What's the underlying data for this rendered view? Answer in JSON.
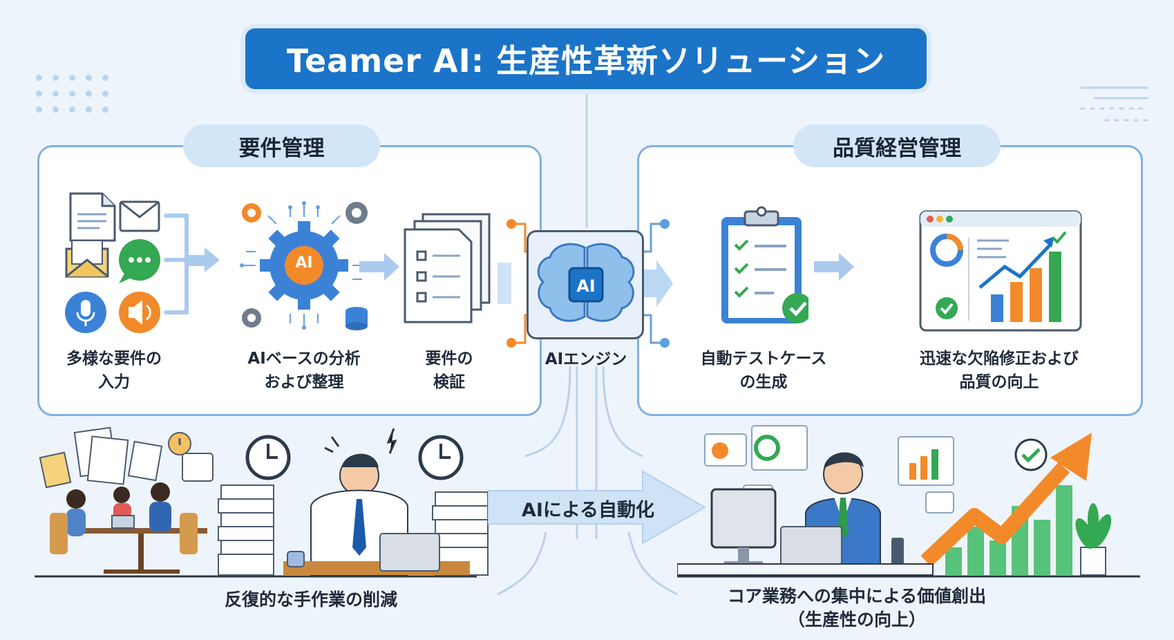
{
  "title": "Teamer AI: 生産性革新ソリューション",
  "left_panel": {
    "heading": "要件管理",
    "steps": [
      {
        "line1": "多様な要件の",
        "line2": "入力"
      },
      {
        "line1": "AIベースの分析",
        "line2": "および整理"
      },
      {
        "line1": "要件の",
        "line2": "検証"
      }
    ],
    "ai_badge": "AI"
  },
  "engine": {
    "label": "AIエンジン",
    "chip": "AI"
  },
  "right_panel": {
    "heading": "品質経営管理",
    "steps": [
      {
        "line1": "自動テストケース",
        "line2": "の生成"
      },
      {
        "line1": "迅速な欠陥修正および",
        "line2": "品質の向上"
      }
    ]
  },
  "bottom": {
    "arrow_label": "AIによる自動化",
    "left_caption": "反復的な手作業の削減",
    "right_caption_line1": "コア業務への集中による価値創出",
    "right_caption_line2": "（生産性の向上）"
  },
  "colors": {
    "primary_blue": "#1b74c8",
    "panel_border": "#7fb0e0",
    "orange": "#f28a2a",
    "green": "#34a853"
  }
}
